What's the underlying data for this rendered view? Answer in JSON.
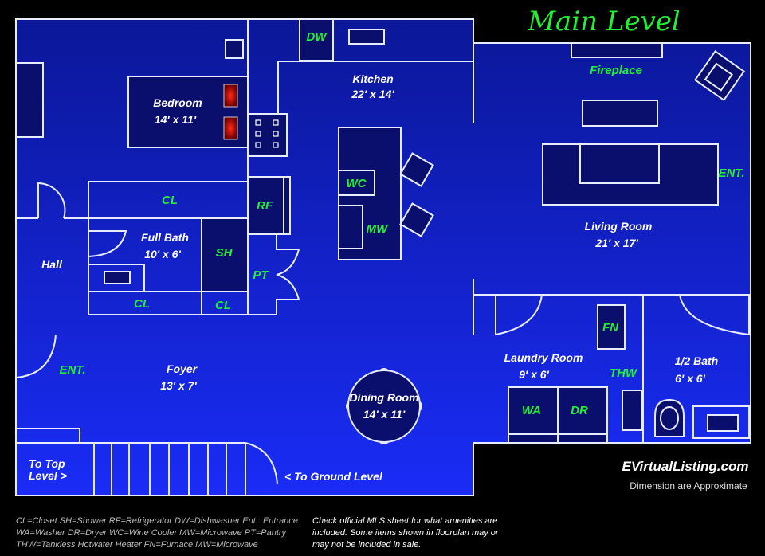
{
  "title": "Main Level",
  "brand": "EVirtualListing.com",
  "disclaimer": "Dimension are Approximate",
  "rooms": {
    "bedroom": {
      "name": "Bedroom",
      "size": "14' x 11'"
    },
    "kitchen": {
      "name": "Kitchen",
      "size": "22' x 14'"
    },
    "full_bath": {
      "name": "Full Bath",
      "size": "10' x 6'"
    },
    "hall": {
      "name": "Hall"
    },
    "foyer": {
      "name": "Foyer",
      "size": "13' x 7'"
    },
    "dining": {
      "name": "Dining Room",
      "size": "14' x 11'"
    },
    "living": {
      "name": "Living Room",
      "size": "21' x 17'"
    },
    "laundry": {
      "name": "Laundry Room",
      "size": "9' x 6'"
    },
    "half_bath": {
      "name": "1/2 Bath",
      "size": "6' x 6'"
    }
  },
  "fixtures": {
    "dw": "DW",
    "cl": "CL",
    "rf": "RF",
    "sh": "SH",
    "pt": "PT",
    "wc": "WC",
    "mw": "MW",
    "fireplace": "Fireplace",
    "ent": "ENT.",
    "fn": "FN",
    "thw": "THW",
    "wa": "WA",
    "dr": "DR"
  },
  "stairs": {
    "top": "To Top",
    "top2": "Level >",
    "ground": "< To Ground Level"
  },
  "legend": [
    "CL=Closet  SH=Shower RF=Refrigerator  DW=Dishwasher Ent.: Entrance",
    "WA=Washer DR=Dryer WC=Wine Cooler  MW=Microwave  PT=Pantry",
    "THW=Tankless Hotwater Heater  FN=Furnace  MW=Microwave"
  ],
  "note": "Check official MLS sheet for what amenities are included. Some items shown in floorplan may or may not be included in sale."
}
